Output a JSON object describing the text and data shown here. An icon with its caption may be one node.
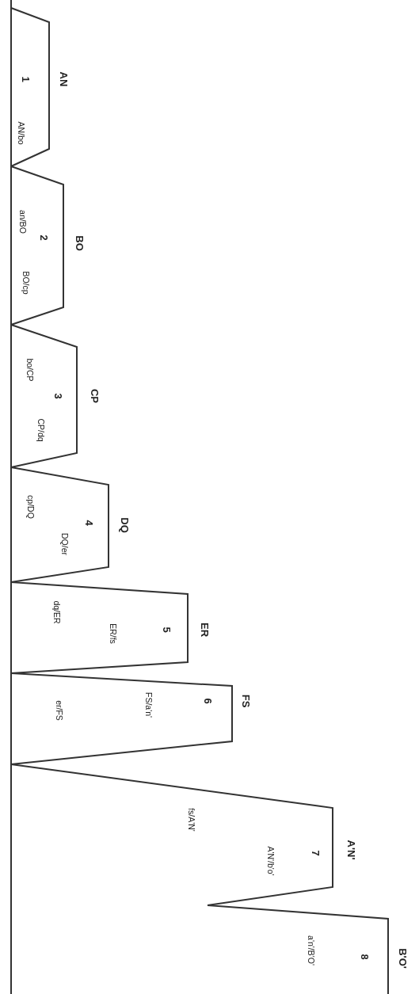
{
  "diagram": {
    "nodes": [
      {
        "text": [
          "AN",
          "1",
          "AN/bo"
        ]
      },
      {
        "text": [
          "BO",
          "2",
          "an/BO",
          "BO/cp"
        ]
      },
      {
        "text": [
          "CP",
          "3",
          "bo/CP",
          "CP/dq"
        ]
      },
      {
        "text": [
          "DQ",
          "4",
          "cp/DQ",
          "DQ/er"
        ]
      },
      {
        "text": [
          "ER",
          "5",
          "dq/ER",
          "ER/fs"
        ]
      },
      {
        "text": [
          "FS",
          "6",
          "er/FS",
          "FS/a'n'"
        ]
      },
      {
        "text": [
          "A'N'",
          "7",
          "fs/A'N'",
          "A'N'/b'o'"
        ]
      },
      {
        "text": [
          "B'O'",
          "8",
          "a'n'/B'O'"
        ]
      }
    ]
  }
}
